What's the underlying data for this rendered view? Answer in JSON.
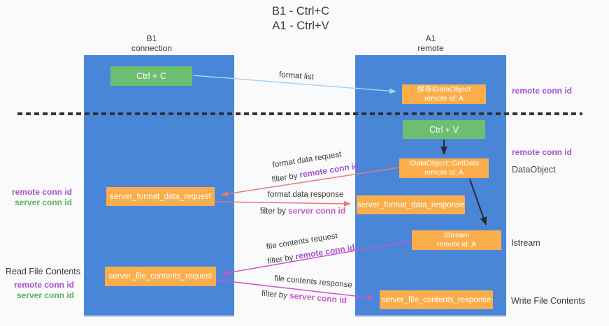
{
  "title": {
    "line1": "B1 - Ctrl+C",
    "line2": "A1 - Ctrl+V"
  },
  "lanes": {
    "left": {
      "title": "B1",
      "subtitle": "connection"
    },
    "right": {
      "title": "A1",
      "subtitle": "remote"
    }
  },
  "nodes": {
    "ctrl_c": {
      "label": "Ctrl + C"
    },
    "ctrl_v": {
      "label": "Ctrl + V"
    },
    "save_dataobject": {
      "line1": "保存IDataObject",
      "line2": "remote id: A"
    },
    "getdata": {
      "line1": "IDataObject::GetData",
      "line2": "remote id: A"
    },
    "istream": {
      "line1": "IStream",
      "line2": "remote id: A"
    },
    "format_request": {
      "label": "server_format_data_request"
    },
    "format_response": {
      "label": "server_format_data_response"
    },
    "file_request": {
      "label": "server_file_contents_request"
    },
    "file_response": {
      "label": "server_file_contents_response"
    }
  },
  "edge_labels": {
    "format_list": "format list",
    "format_data_request": "format data request",
    "filter_remote_1": {
      "prefix": "filter by ",
      "key": "remote conn id"
    },
    "format_data_response": "format data response",
    "filter_server_1": {
      "prefix": "filter by ",
      "key": "server conn id"
    },
    "file_contents_request": "file contents request",
    "filter_remote_2": {
      "prefix": "filter by ",
      "key": "remote conn id"
    },
    "file_contents_response": "file contents response",
    "filter_server_2": {
      "prefix": "filter by ",
      "key": "server conn id"
    }
  },
  "side_labels": {
    "right_remote_conn_top": "remote conn id",
    "right_remote_conn_mid": "remote conn id",
    "right_dataobject": "DataObject",
    "right_istream": "Istream",
    "right_write_file": "Write File Contents",
    "left_remote_conn_mid": "remote conn id",
    "left_server_conn_mid": "server conn id",
    "left_read_file": "Read File Contents",
    "left_remote_conn_bottom": "remote conn id",
    "left_server_conn_bottom": "server conn id"
  },
  "colors": {
    "lane_blue": "#4a86d8",
    "box_green": "#6dbe71",
    "box_orange": "#f9ae4b",
    "purple_key": "#a253cb",
    "green_key": "#55b45f",
    "orchid_key": "#c55ec5",
    "arrow_red": "#e87a7a",
    "arrow_magenta": "#cf52ce",
    "arrow_light_blue": "#a9d3f2",
    "arrow_black": "#2b2b2b",
    "background": "#fafafa"
  }
}
